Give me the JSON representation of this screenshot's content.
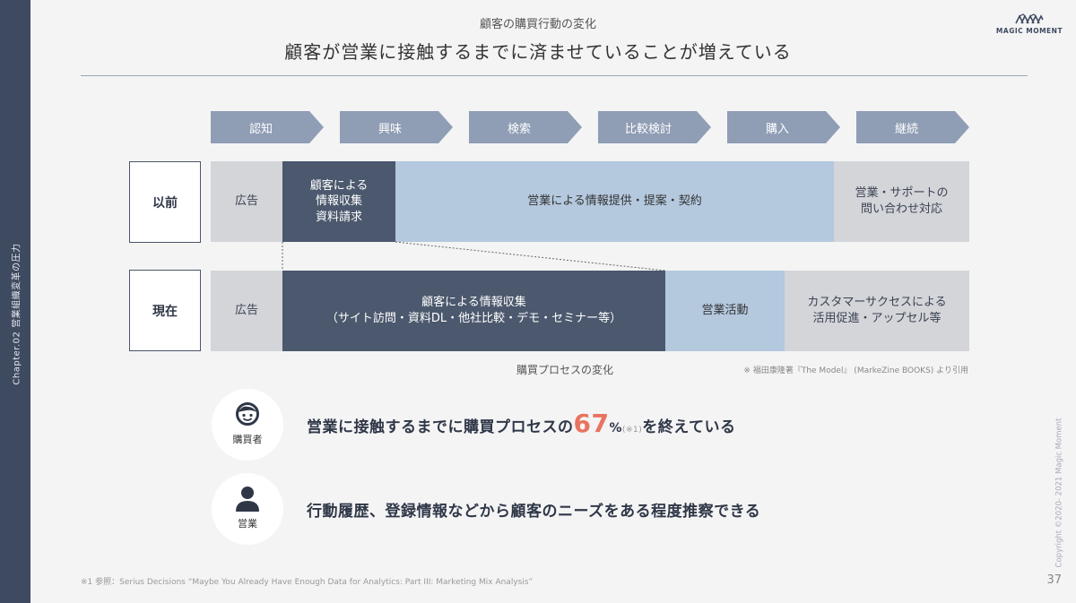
{
  "sidebar": {
    "chapter": "Chapter.02 営業組織変革の圧力"
  },
  "header": {
    "subtitle": "顧客の購買行動の変化",
    "title": "顧客が営業に接触するまでに済ませていることが増えている"
  },
  "logo": {
    "text": "MAGIC MOMENT"
  },
  "diagram": {
    "stages": [
      "認知",
      "興味",
      "検索",
      "比較検討",
      "購入",
      "継続"
    ],
    "before": {
      "label": "以前",
      "segments": [
        "広告",
        "顧客による\n情報収集\n資料請求",
        "営業による情報提供・提案・契約",
        "営業・サポートの\n問い合わせ対応"
      ]
    },
    "now": {
      "label": "現在",
      "segments": [
        "広告",
        "顧客による情報収集\n（サイト訪問・資料DL・他社比較・デモ・セミナー等）",
        "営業活動",
        "カスタマーサクセスによる\n活用促進・アップセル等"
      ]
    },
    "caption": "購買プロセスの変化",
    "citation": "※ 福田康隆著『The Model』 (MarkeZine BOOKS) より引用"
  },
  "buyer": {
    "label": "購買者",
    "text_before": "営業に接触するまでに購買プロセスの",
    "value": "67",
    "unit": "%",
    "note": "(※1)",
    "text_after": "を終えている"
  },
  "sales": {
    "label": "営業",
    "text": "行動履歴、登録情報などから顧客のニーズをある程度推察できる"
  },
  "footnote": "※1 参照：Serius Decisions “Maybe You Already Have Enough Data for Analytics: Part III: Marketing Mix Analysis”",
  "page_number": "37",
  "copyright": "Copyright ©2020- 2021 Magic Moment",
  "colors": {
    "sidebar": "#3e4a60",
    "arrow": "#8f9db5",
    "dark_segment": "#4b586d",
    "light_segment": "#b4c8de",
    "gray_segment": "#d3d5d9",
    "accent": "#e8735f"
  }
}
